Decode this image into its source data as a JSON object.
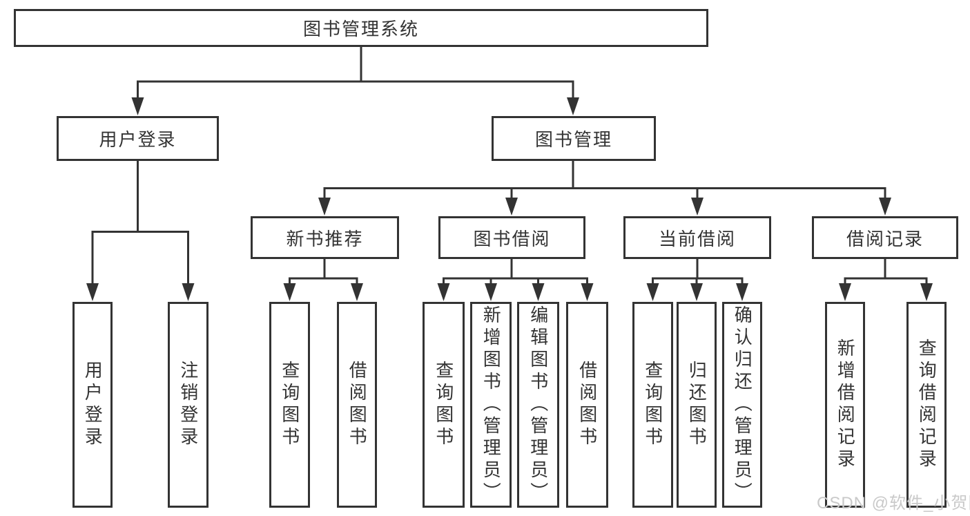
{
  "diagram": {
    "root": {
      "label": "图书管理系统"
    },
    "level2": [
      {
        "label": "用户登录",
        "children": [
          {
            "label": "用户登录"
          },
          {
            "label": "注销登录"
          }
        ]
      },
      {
        "label": "图书管理",
        "children": [
          {
            "label": "新书推荐",
            "children": [
              {
                "label": "查询图书"
              },
              {
                "label": "借阅图书"
              }
            ]
          },
          {
            "label": "图书借阅",
            "children": [
              {
                "label": "查询图书"
              },
              {
                "label": "新增图书（管理员）"
              },
              {
                "label": "编辑图书（管理员）"
              },
              {
                "label": "借阅图书"
              }
            ]
          },
          {
            "label": "当前借阅",
            "children": [
              {
                "label": "查询图书"
              },
              {
                "label": "归还图书"
              },
              {
                "label": "确认归还（管理员）"
              }
            ]
          },
          {
            "label": "借阅记录",
            "children": [
              {
                "label": "新增借阅记录"
              },
              {
                "label": "查询借阅记录"
              }
            ]
          }
        ]
      }
    ]
  },
  "colors": {
    "line": "#333333",
    "box_border": "#333333",
    "text": "#333333",
    "background": "#ffffff",
    "watermark": "#c9c9c9"
  },
  "watermark": {
    "label": "CSDN @软件_小贺同学"
  }
}
